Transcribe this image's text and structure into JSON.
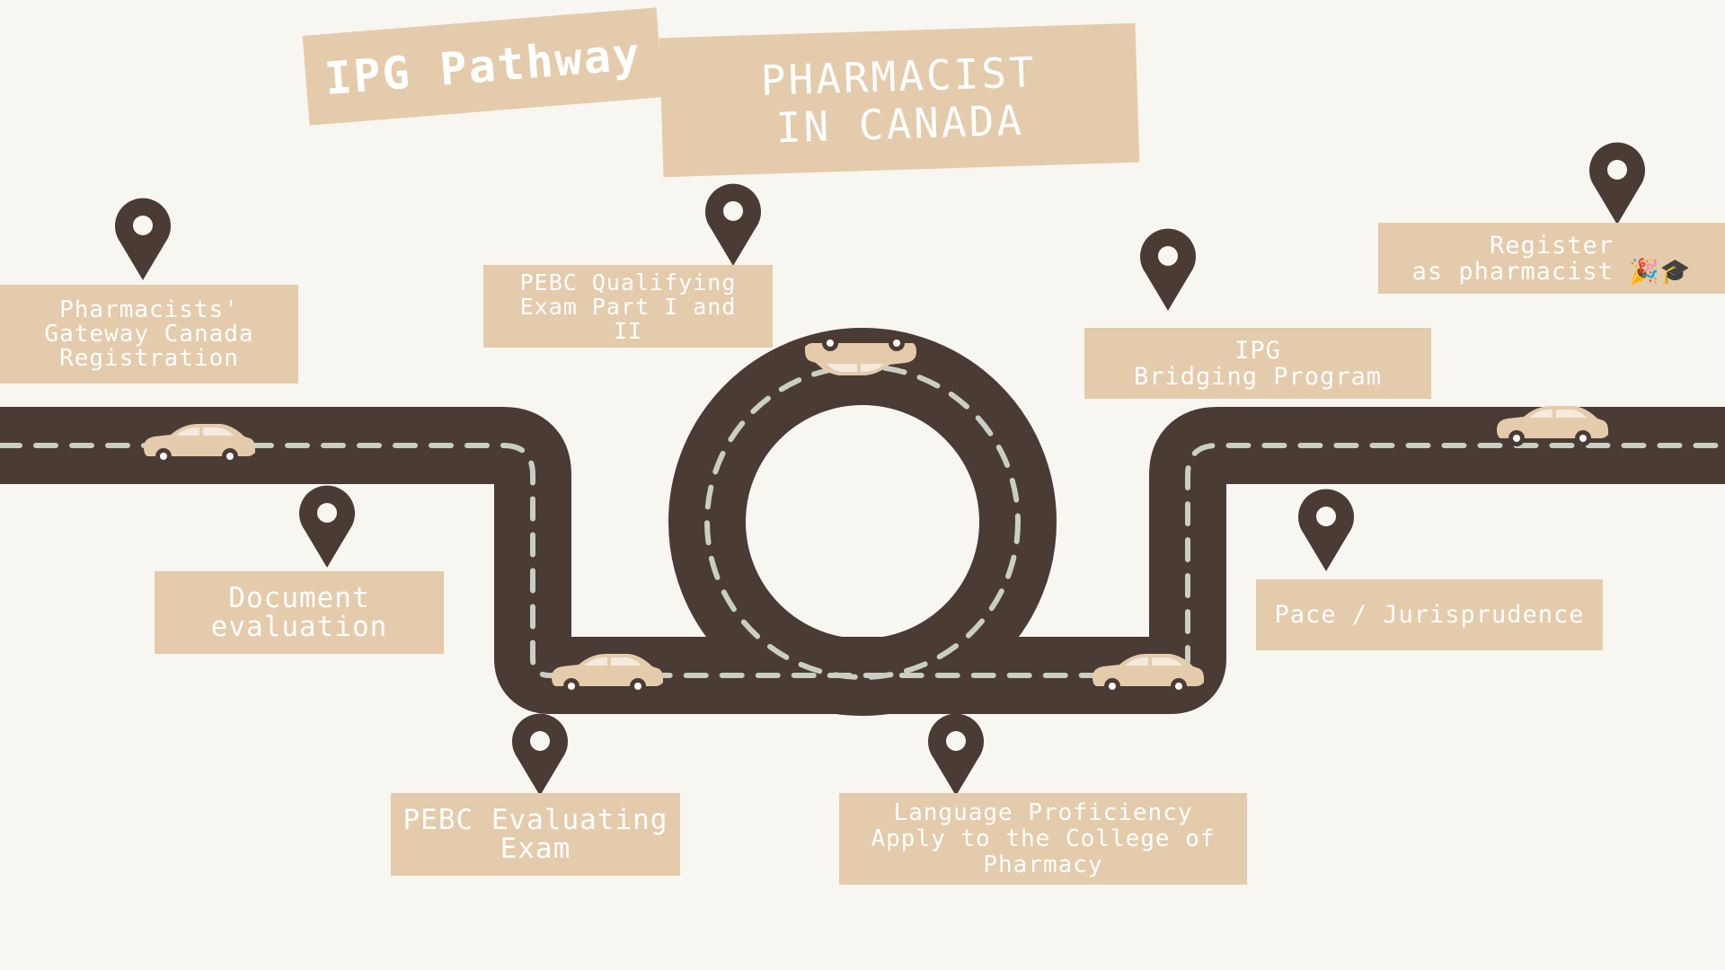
{
  "titles": {
    "pathway": "IPG Pathway",
    "main": "PHARMACIST\nIN CANADA"
  },
  "steps": [
    {
      "id": "gateway",
      "text": "Pharmacists'\nGateway Canada\nRegistration"
    },
    {
      "id": "document",
      "text": "Document\nevaluation"
    },
    {
      "id": "evaluating",
      "text": "PEBC Evaluating\nExam"
    },
    {
      "id": "qualifying",
      "text": "PEBC Qualifying\nExam Part I and\nII"
    },
    {
      "id": "language",
      "text": "Language Proficiency\nApply to the College of\nPharmacy"
    },
    {
      "id": "bridging",
      "text": "IPG\nBridging Program"
    },
    {
      "id": "pace",
      "text": "Pace / Jurisprudence"
    },
    {
      "id": "register",
      "text": "Register\nas pharmacist 🎉🎓"
    }
  ],
  "colors": {
    "background": "#f8f6f1",
    "road": "#4a3b34",
    "lane_marking": "#c9cfc2",
    "label_bg": "#e4cbab",
    "label_text": "#ffffff",
    "pin": "#4a3b34",
    "car": "#e4cbab"
  },
  "icons": [
    "location-pin-icon",
    "car-icon",
    "party-popper-icon",
    "graduation-cap-icon"
  ]
}
